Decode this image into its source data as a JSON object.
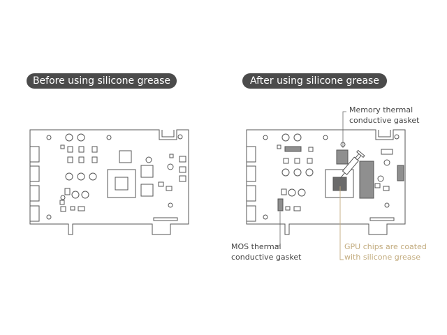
{
  "panels": {
    "before": {
      "title": "Before using silicone grease"
    },
    "after": {
      "title": "After using silicone grease"
    }
  },
  "callouts": {
    "memory": {
      "line1": "Memory thermal",
      "line2": "conductive gasket"
    },
    "mos": {
      "line1": "MOS thermal",
      "line2": "conductive gasket"
    },
    "gpu": {
      "line1": "GPU chips are coated",
      "line2": "with silicone grease"
    }
  },
  "colors": {
    "outline": "#555555",
    "pill_background": "#4b4b4b",
    "gasket_fill": "#8f8f8f",
    "gpu_die_fill": "#6a6a6a",
    "gpu_callout": "#c2ab7e"
  }
}
